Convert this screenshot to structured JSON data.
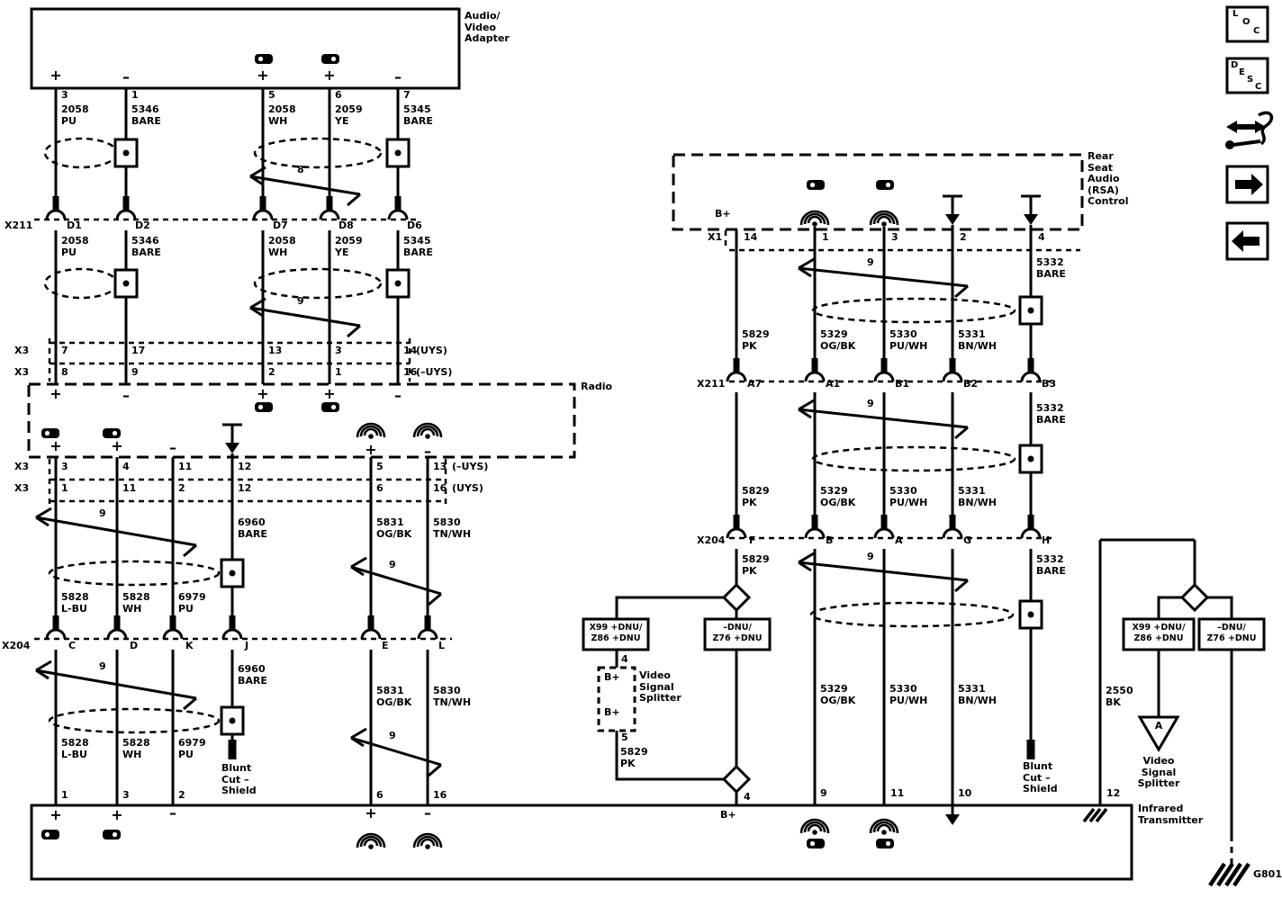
{
  "boxes": {
    "av_adapter": "Audio/\nVideo\nAdapter",
    "radio": "Radio",
    "rsa": "Rear\nSeat\nAudio\n(RSA)\nControl",
    "ir": "Infrared\nTransmitter",
    "splitter": "Video\nSignal\nSplitter",
    "splitter_a": "A"
  },
  "connectors": {
    "x211": "X211",
    "x204": "X204",
    "x3": "X3",
    "x1": "X1",
    "uys": "(UYS)",
    "nuys": "(–UYS)"
  },
  "wires": {
    "c2058pu": "2058\nPU",
    "c5346": "5346\nBARE",
    "c2058wh": "2058\nWH",
    "c2059ye": "2059\nYE",
    "c5345": "5345\nBARE",
    "c5828lbu": "5828\nL-BU",
    "c5828wh": "5828\nWH",
    "c6979pu": "6979\nPU",
    "c6960": "6960\nBARE",
    "c5831": "5831\nOG/BK",
    "c5830": "5830\nTN/WH",
    "c5829pk": "5829\nPK",
    "c5329": "5329\nOG/BK",
    "c5330": "5330\nPU/WH",
    "c5331": "5331\nBN/WH",
    "c5332": "5332\nBARE",
    "c2550": "2550\nBK"
  },
  "pins": {
    "av": [
      "3",
      "1",
      "5",
      "6",
      "7"
    ],
    "x211_left": [
      "D1",
      "D2",
      "D7",
      "D8",
      "D6"
    ],
    "x3_a": [
      "7",
      "17",
      "13",
      "3",
      "14"
    ],
    "x3_b": [
      "8",
      "9",
      "2",
      "1",
      "16"
    ],
    "x3_c": [
      "3",
      "4",
      "11",
      "12",
      "5",
      "13"
    ],
    "x3_d": [
      "1",
      "11",
      "2",
      "12",
      "6",
      "16"
    ],
    "x204_left": [
      "C",
      "D",
      "K",
      "J",
      "E",
      "L"
    ],
    "ir_left": [
      "1",
      "3",
      "2",
      "6",
      "16"
    ],
    "x1": [
      "14",
      "1",
      "3",
      "2",
      "4"
    ],
    "x211_right": [
      "A7",
      "A1",
      "B1",
      "B2",
      "B3"
    ],
    "x204_right": [
      "F",
      "B",
      "A",
      "G",
      "H"
    ],
    "ir_right": [
      "4",
      "9",
      "11",
      "10",
      "12"
    ],
    "splitter_in": "4",
    "splitter_out": "5"
  },
  "symbols": {
    "plus": "+",
    "minus": "–",
    "bplus": "B+",
    "blunt": "Blunt\nCut –\nShield",
    "ground_ref": "G801",
    "twist8": "8",
    "twist9": "9"
  },
  "options": {
    "left": "X99 +DNU/\nZ86 +DNU",
    "right": "–DNU/\nZ76 +DNU"
  },
  "nav": {
    "loc": [
      "L",
      "O",
      "C"
    ],
    "desc": [
      "D",
      "E",
      "S",
      "C"
    ]
  }
}
